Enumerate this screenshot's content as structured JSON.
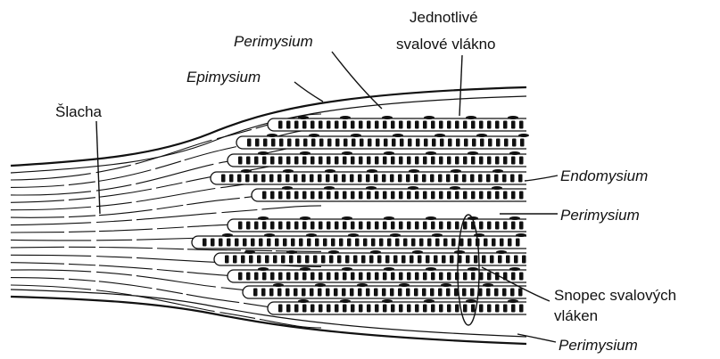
{
  "labels": {
    "perimysium_top": "Perimysium",
    "single_fiber_line1": "Jednotlivé",
    "single_fiber_line2": "svalové vlákno",
    "epimysium": "Epimysium",
    "tendon": "Šlacha",
    "endomysium": "Endomysium",
    "perimysium_mid": "Perimysium",
    "fascicle_line1": "Snopec svalových",
    "fascicle_line2": "vláken",
    "perimysium_bottom": "Perimysium"
  },
  "colors": {
    "ink": "#111111",
    "background": "#ffffff"
  }
}
